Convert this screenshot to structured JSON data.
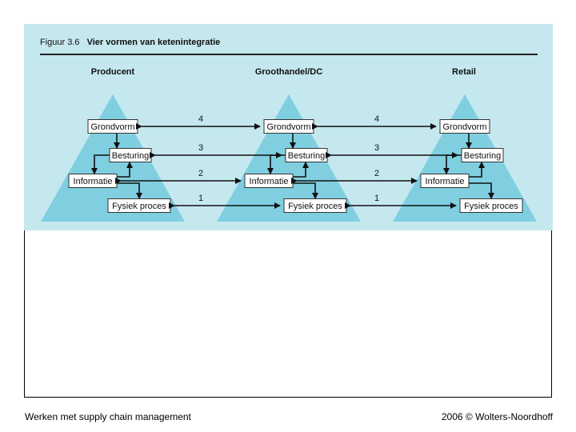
{
  "figure": {
    "number": "Figuur 3.6",
    "title": "Vier vormen van ketenintegratie",
    "columns": [
      {
        "name": "Producent"
      },
      {
        "name": "Groothandel/DC"
      },
      {
        "name": "Retail"
      }
    ],
    "levels": [
      "Grondvorm",
      "Besturing",
      "Informatie",
      "Fysiek proces"
    ],
    "link_numbers": [
      "4",
      "3",
      "2",
      "1"
    ],
    "colors": {
      "background": "#c5e8ef",
      "triangle": "#7fcfe0",
      "box_fill": "#ffffff",
      "box_border": "#333333",
      "line": "#111111"
    }
  },
  "footer": {
    "left": "Werken met supply chain management",
    "right": "2006 © Wolters-Noordhoff"
  }
}
